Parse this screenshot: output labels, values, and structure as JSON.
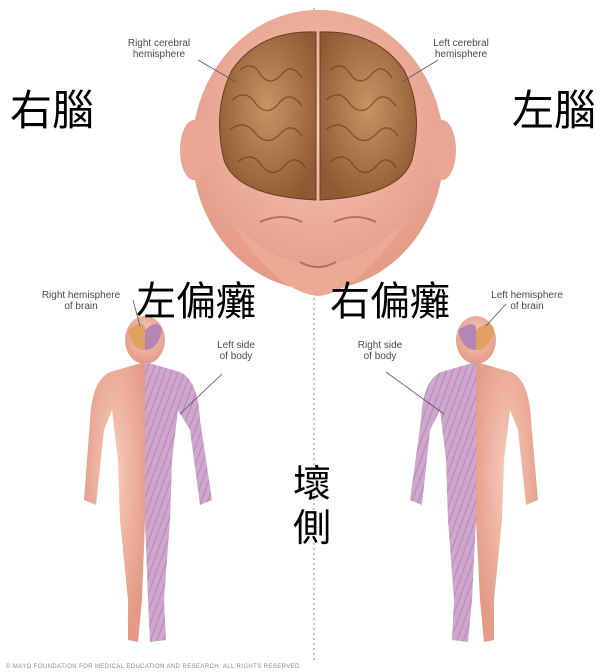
{
  "labels": {
    "right_cerebral": "Right cerebral\nhemisphere",
    "left_cerebral": "Left cerebral\nhemisphere",
    "right_hemi_brain": "Right hemisphere\nof brain",
    "left_hemi_brain": "Left hemisphere\nof brain",
    "left_side_body": "Left side\nof body",
    "right_side_body": "Right side\nof body"
  },
  "chinese": {
    "right_brain": "右腦",
    "left_brain": "左腦",
    "left_hemiplegia": "左偏癱",
    "right_hemiplegia": "右偏癱",
    "damaged_side": "壞側"
  },
  "copyright": "© MAYO FOUNDATION FOR MEDICAL EDUCATION AND RESEARCH. ALL RIGHTS RESERVED.",
  "colors": {
    "skin": "#efb3a0",
    "brain": "#b07a4a",
    "affected": "#c9a1c4"
  }
}
